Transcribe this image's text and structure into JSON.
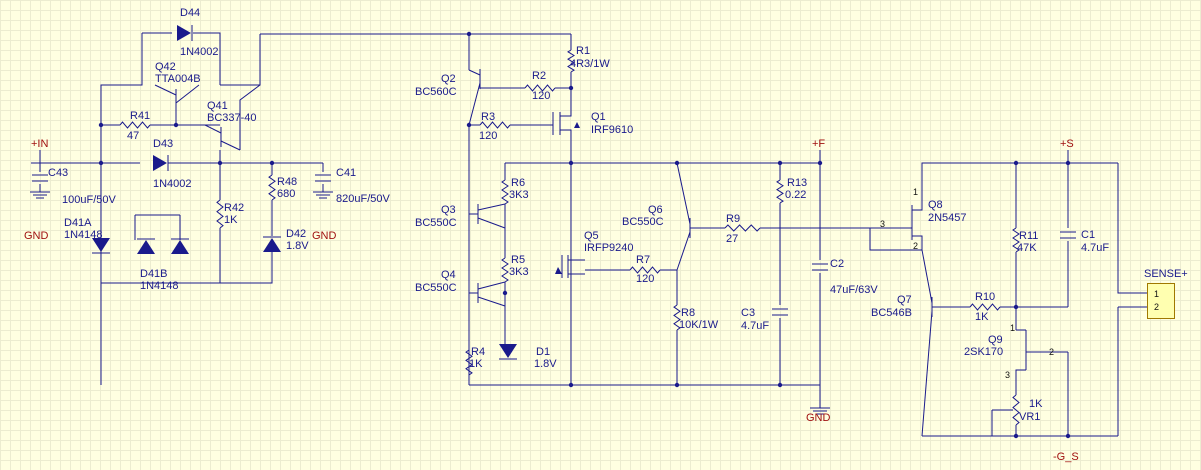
{
  "schematic": {
    "rails": {
      "in": "+IN",
      "f": "+F",
      "s": "+S",
      "gnd": "GND",
      "g_s": "-G_S",
      "sense": "SENSE+"
    },
    "connector_pins": [
      "1",
      "2"
    ],
    "colors": {
      "background": "#ffffe1",
      "grid": "#ececd0",
      "wire": "#1a1a8c",
      "power_label": "#a01010",
      "diode_fill": "#1a1a8c",
      "connector_fill": "#ffffb0"
    },
    "components": [
      {
        "key": "d44",
        "ref": "D44",
        "value": "1N4002"
      },
      {
        "key": "q42",
        "ref": "Q42",
        "value": "TTA004B"
      },
      {
        "key": "q41",
        "ref": "Q41",
        "value": "BC337-40"
      },
      {
        "key": "r41",
        "ref": "R41",
        "value": "47"
      },
      {
        "key": "d43",
        "ref": "D43",
        "value": "1N4002"
      },
      {
        "key": "c43",
        "ref": "C43",
        "value": "100uF/50V"
      },
      {
        "key": "d41a",
        "ref": "D41A",
        "value": "1N4148"
      },
      {
        "key": "d41b",
        "ref": "D41B",
        "value": "1N4148"
      },
      {
        "key": "r42",
        "ref": "R42",
        "value": "1K"
      },
      {
        "key": "r48",
        "ref": "R48",
        "value": "680"
      },
      {
        "key": "d42",
        "ref": "D42",
        "value": "1.8V"
      },
      {
        "key": "c41",
        "ref": "C41",
        "value": "820uF/50V"
      },
      {
        "key": "q2",
        "ref": "Q2",
        "value": "BC560C"
      },
      {
        "key": "r1",
        "ref": "R1",
        "value": "4R3/1W"
      },
      {
        "key": "r2",
        "ref": "R2",
        "value": "120"
      },
      {
        "key": "r3",
        "ref": "R3",
        "value": "120"
      },
      {
        "key": "q1",
        "ref": "Q1",
        "value": "IRF9610"
      },
      {
        "key": "q3",
        "ref": "Q3",
        "value": "BC550C"
      },
      {
        "key": "r6",
        "ref": "R6",
        "value": "3K3"
      },
      {
        "key": "r5",
        "ref": "R5",
        "value": "3K3"
      },
      {
        "key": "q4",
        "ref": "Q4",
        "value": "BC550C"
      },
      {
        "key": "r4",
        "ref": "R4",
        "value": "1K"
      },
      {
        "key": "d1",
        "ref": "D1",
        "value": "1.8V"
      },
      {
        "key": "q5",
        "ref": "Q5",
        "value": "IRFP9240"
      },
      {
        "key": "r7",
        "ref": "R7",
        "value": "120"
      },
      {
        "key": "q6",
        "ref": "Q6",
        "value": "BC550C"
      },
      {
        "key": "r9",
        "ref": "R9",
        "value": "27"
      },
      {
        "key": "r13",
        "ref": "R13",
        "value": "0.22"
      },
      {
        "key": "r8",
        "ref": "R8",
        "value": "10K/1W"
      },
      {
        "key": "c3",
        "ref": "C3",
        "value": "4.7uF"
      },
      {
        "key": "c2",
        "ref": "C2",
        "value": "47uF/63V"
      },
      {
        "key": "q8",
        "ref": "Q8",
        "value": "2N5457"
      },
      {
        "key": "r11",
        "ref": "R11",
        "value": "47K"
      },
      {
        "key": "c1",
        "ref": "C1",
        "value": "4.7uF"
      },
      {
        "key": "q7",
        "ref": "Q7",
        "value": "BC546B"
      },
      {
        "key": "r10",
        "ref": "R10",
        "value": "1K"
      },
      {
        "key": "q9",
        "ref": "Q9",
        "value": "2SK170"
      },
      {
        "key": "vr1",
        "ref": "VR1",
        "value": "1K"
      }
    ]
  }
}
